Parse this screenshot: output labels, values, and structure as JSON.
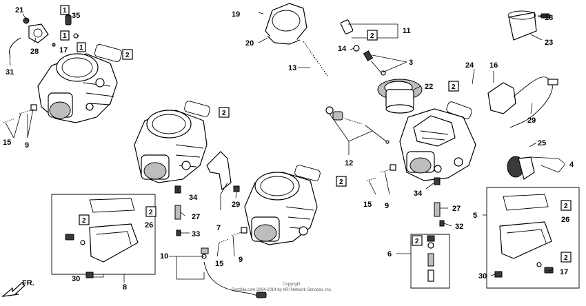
{
  "labels": {
    "p1": "1",
    "p2": "2",
    "p3": "3",
    "p4": "4",
    "p5": "5",
    "p6": "6",
    "p7": "7",
    "p8": "8",
    "p9": "9",
    "p10": "10",
    "p11": "11",
    "p12": "12",
    "p13": "13",
    "p14": "14",
    "p15": "15",
    "p16": "16",
    "p17": "17",
    "p18": "18",
    "p19": "19",
    "p20": "20",
    "p21": "21",
    "p22": "22",
    "p23": "23",
    "p24": "24",
    "p25": "25",
    "p26": "26",
    "p27": "27",
    "p28": "28",
    "p29": "29",
    "p30": "30",
    "p31": "31",
    "p32": "32",
    "p33": "33",
    "p34": "34",
    "p35": "35"
  },
  "ref_boxes": {
    "one": "1",
    "two": "2"
  },
  "direction": "FR.",
  "copyright_line1": "Copyright",
  "copyright_line2": "Partzilla.com 2004-2014 by ARI Network Services, Inc."
}
